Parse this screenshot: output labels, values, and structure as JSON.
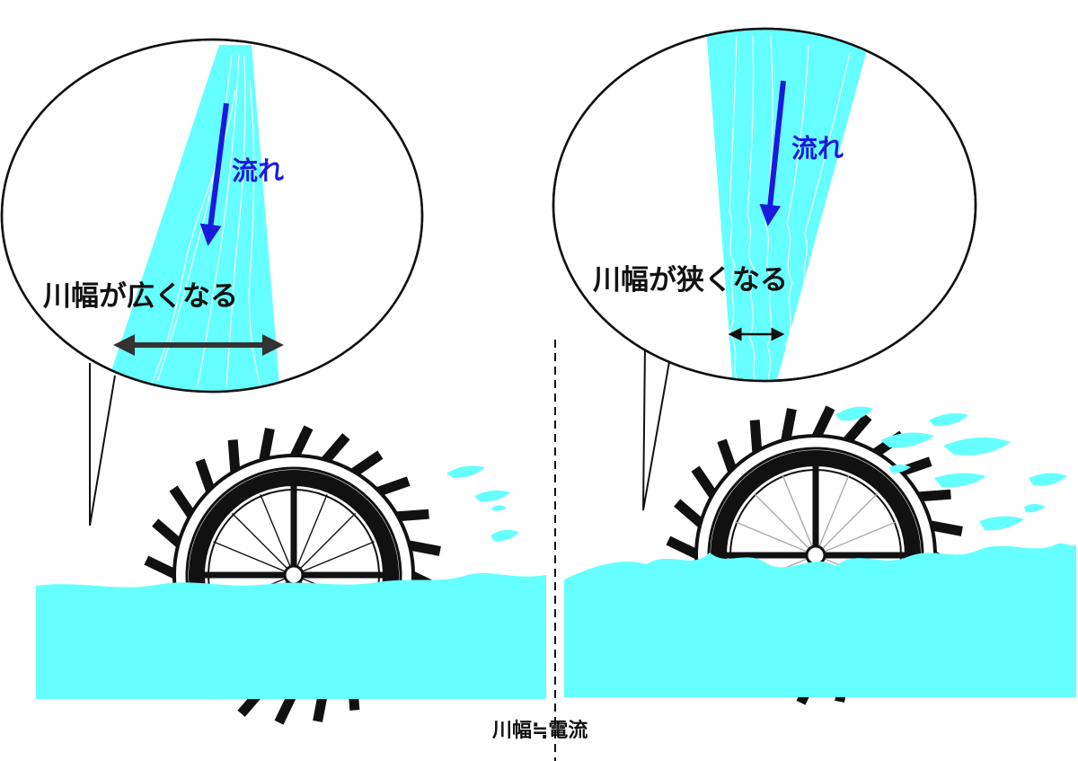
{
  "left_panel": {
    "flow_label": "流れ",
    "width_label": "川幅が広くなる"
  },
  "right_panel": {
    "flow_label": "流れ",
    "width_label": "川幅が狭くなる"
  },
  "footer": {
    "analogy_label": "川幅≒電流"
  },
  "colors": {
    "water": "#66ffff",
    "flow_arrow": "#1a1adc",
    "wheel": "#111111"
  }
}
